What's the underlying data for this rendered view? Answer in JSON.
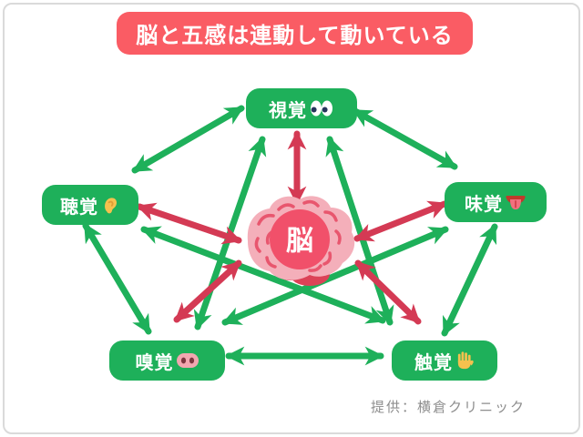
{
  "page": {
    "title": "脳と五感は連動して動いている",
    "credit": "提供：横倉クリニック"
  },
  "brain": {
    "label": "脳",
    "icon": "brain-illustration"
  },
  "nodes": [
    {
      "id": "vision",
      "label": "視覚",
      "icon": "eyes-icon"
    },
    {
      "id": "hearing",
      "label": "聴覚",
      "icon": "ear-icon"
    },
    {
      "id": "taste",
      "label": "味覚",
      "icon": "tongue-icon"
    },
    {
      "id": "smell",
      "label": "嗅覚",
      "icon": "pig-nose-icon"
    },
    {
      "id": "touch",
      "label": "触覚",
      "icon": "hand-icon"
    }
  ],
  "connections": {
    "arrow_style": "bidirectional",
    "sense_to_sense_color": "#1EB05A",
    "brain_to_sense_color": "#D43A54",
    "sense_to_sense": [
      [
        "聴覚",
        "視覚"
      ],
      [
        "視覚",
        "味覚"
      ],
      [
        "味覚",
        "触覚"
      ],
      [
        "触覚",
        "嗅覚"
      ],
      [
        "嗅覚",
        "聴覚"
      ],
      [
        "視覚",
        "嗅覚"
      ],
      [
        "視覚",
        "触覚"
      ],
      [
        "聴覚",
        "触覚"
      ],
      [
        "嗅覚",
        "味覚"
      ]
    ],
    "brain_to_sense": [
      [
        "脳",
        "視覚"
      ],
      [
        "脳",
        "聴覚"
      ],
      [
        "脳",
        "味覚"
      ],
      [
        "脳",
        "嗅覚"
      ],
      [
        "脳",
        "触覚"
      ]
    ]
  },
  "colors": {
    "title_bg": "#FA5C64",
    "node_bg": "#1EB05A",
    "green_arrow": "#1EB05A",
    "red_arrow": "#D43A54",
    "brain_body": "#F4AFBA",
    "brain_core": "#F1506A",
    "credit_text": "#8E8E8E"
  }
}
